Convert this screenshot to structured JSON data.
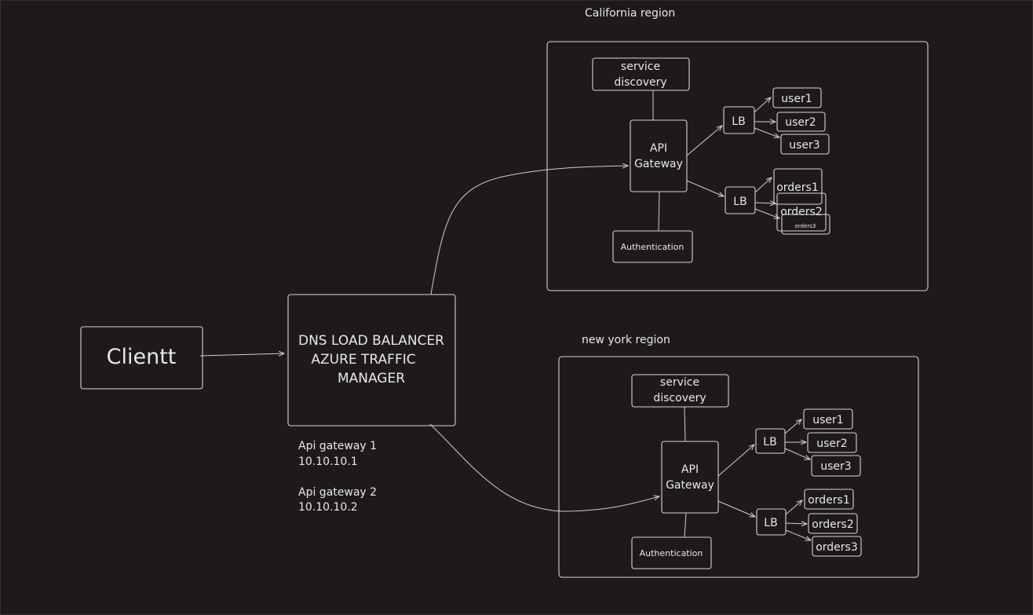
{
  "client": {
    "label": "Clientt"
  },
  "dns": {
    "lines": [
      "DNS LOAD BALANCER",
      "AZURE TRAFFIC",
      "MANAGER"
    ]
  },
  "notes": [
    "Api gateway 1",
    "10.10.10.1",
    "Api gateway 2",
    "10.10.10.2"
  ],
  "california": {
    "title": "California region",
    "service_discovery": [
      "service",
      "discovery"
    ],
    "api_gateway": [
      "API",
      "Gateway"
    ],
    "authentication": "Authentication",
    "lb_users": "LB",
    "lb_orders": "LB",
    "users": [
      "user1",
      "user2",
      "user3"
    ],
    "orders": [
      "orders1",
      "orders2",
      "orders3"
    ]
  },
  "newyork": {
    "title": "new york region",
    "service_discovery": [
      "service",
      "discovery"
    ],
    "api_gateway": [
      "API",
      "Gateway"
    ],
    "authentication": "Authentication",
    "lb_users": "LB",
    "lb_orders": "LB",
    "users": [
      "user1",
      "user2",
      "user3"
    ],
    "orders": [
      "orders1",
      "orders2",
      "orders3"
    ]
  }
}
